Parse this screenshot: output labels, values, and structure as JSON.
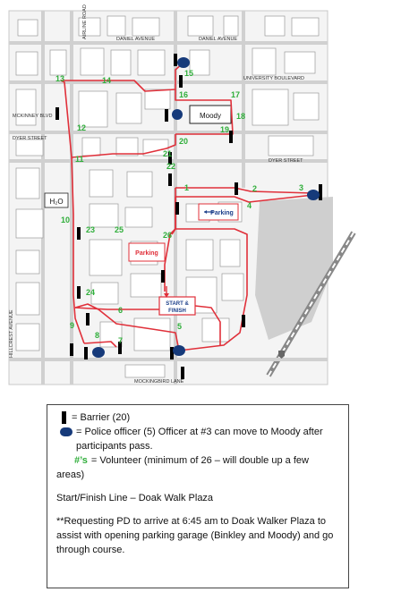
{
  "colors": {
    "route": "#e0303a",
    "volunteer": "#2fae3a",
    "police": "#163a7a",
    "barrier": "#000000"
  },
  "streets": {
    "daniel_avenue_left": "DANIEL AVENUE",
    "daniel_avenue_right": "DANIEL AVENUE",
    "university_blvd": "UNIVERSITY BOULEVARD",
    "mckinney_blvd": "MCKINNEY BLVD",
    "dyer_street_left": "DYER STREET",
    "dyer_street_right": "DYER STREET",
    "mockingbird_lane": "MOCKINGBIRD LANE",
    "hillcrest_avenue": "HILLCREST AVENUE",
    "airline_road": "AIRLINE ROAD"
  },
  "map_labels": {
    "moody": "Moody",
    "parking_right": "Parking",
    "parking_center": "Parking",
    "start_finish_1": "START &",
    "start_finish_2": "FINISH",
    "h2o": "H₂O"
  },
  "volunteers": [
    "1",
    "2",
    "3",
    "4",
    "5",
    "6",
    "7",
    "8",
    "9",
    "10",
    "11",
    "12",
    "13",
    "14",
    "15",
    "16",
    "17",
    "18",
    "19",
    "20",
    "21",
    "22",
    "23",
    "24",
    "25",
    "26"
  ],
  "legend": {
    "barrier": "= Barrier (20)",
    "police": "= Police officer (5) Officer at #3 can move to Moody after participants pass.",
    "volunteer_symbol": "#’s",
    "volunteer": "= Volunteer (minimum of 26 – will double up a few areas)",
    "start_finish": "Start/Finish Line – Doak Walk Plaza",
    "note": "**Requesting PD to arrive at 6:45 am to Doak Walker Plaza to assist with opening parking garage (Binkley and Moody) and go through course."
  }
}
